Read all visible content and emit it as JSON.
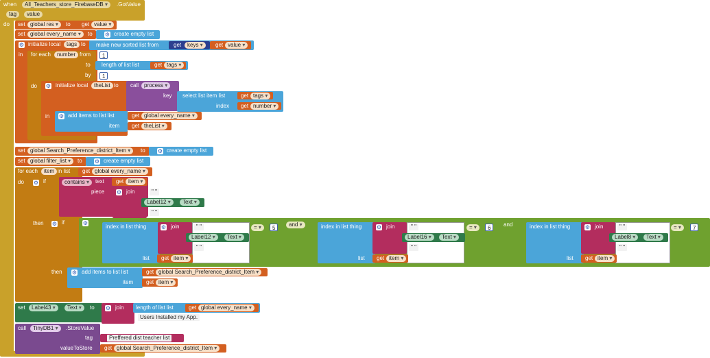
{
  "event": {
    "when": "when",
    "component": "All_Teachers_store_FirebaseDB",
    "event_name": ".GotValue",
    "param_tag": "tag",
    "param_value": "value",
    "do": "do"
  },
  "kw": {
    "set": "set",
    "to": "to",
    "get": "get",
    "initialize_local": "initialize local",
    "in": "in",
    "for_each": "for each",
    "from": "from",
    "by": "by",
    "do": "do",
    "call": "call",
    "key": "key",
    "index": "index",
    "item": "item",
    "list": "list",
    "if": "if",
    "then": "then",
    "and": "and",
    "equals": "=",
    "piece": "piece",
    "text": "text",
    "join": "join",
    "thing": "thing",
    "tag": "tag",
    "valueToStore": "valueToStore",
    "in_list": "in list",
    "quote": "\" \""
  },
  "blocks": {
    "create_empty_list": "create empty list",
    "make_sorted": "make new sorted list from",
    "length_of_list": "length of list  list",
    "select_list_item": "select list item  list",
    "add_items": "add items to list  list",
    "contains": "contains",
    "index_in_list": "index in list  thing",
    "store_value": ".StoreValue",
    "text_prop": "Text"
  },
  "vars": {
    "global_res": "global res",
    "value": "value",
    "global_every_name": "global every_name",
    "tags": "tags",
    "keys": "keys",
    "number": "number",
    "theList": "theList",
    "process": "process",
    "global_search_pref": "global Search_Preference_district_Item",
    "global_filter_list": "global filter_list",
    "item": "item",
    "label12": "Label12",
    "label16": "Label16",
    "label8": "Label8",
    "label43": "Label43",
    "tinydb1": "TinyDB1"
  },
  "numbers": {
    "one_from": "1",
    "one_by": "1",
    "five": "5",
    "six": "6",
    "seven": "7"
  },
  "strings": {
    "users_installed": "Users Installed my App.",
    "preffered_tag": "Preffered dist teacher list"
  }
}
